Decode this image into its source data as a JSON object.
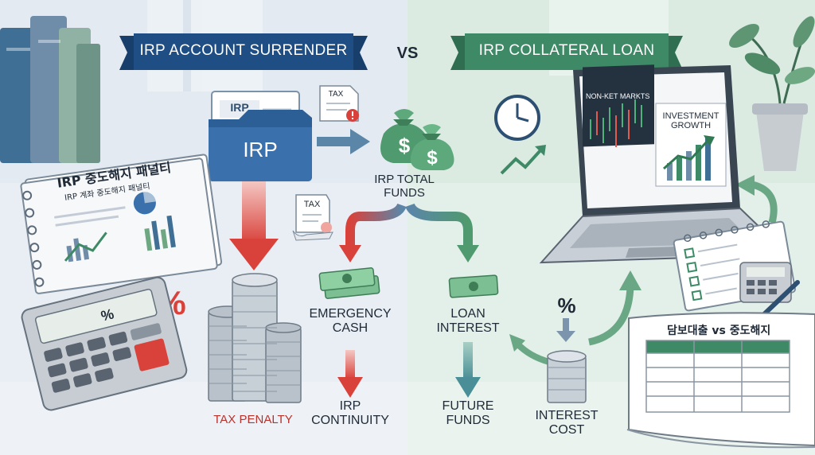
{
  "banners": {
    "left": "IRP ACCOUNT SURRENDER",
    "vs": "VS",
    "right": "IRP COLLATERAL LOAN"
  },
  "documents": {
    "folder_tab": "IRP",
    "folder_front": "IRP",
    "tax_doc_1": "TAX",
    "tax_doc_2": "TAX",
    "notebook_title": "IRP 중도해지 패널티",
    "notebook_subtitle": "IRP 계좌 중도해지 패널티",
    "ledger_title": "담보대출 vs 중도해지",
    "calc_symbol": "%",
    "laptop_market_label": "NON-KET MARKTS",
    "laptop_growth_label": "INVESTMENT GROWTH"
  },
  "flow": {
    "source": "IRP TOTAL FUNDS",
    "penalty": "TAX PENALTY",
    "penalty_symbol": "%",
    "emergency": "EMERGENCY CASH",
    "continuity": "IRP CONTINUITY",
    "loan_interest": "LOAN INTEREST",
    "interest_symbol": "%",
    "future": "FUTURE FUNDS",
    "interest_cost": "INTEREST COST"
  },
  "colors": {
    "left_bg": "#e9eef4",
    "right_bg": "#e3efe9",
    "navy": "#1f4e85",
    "green": "#3f8a66",
    "red": "#d9423b",
    "teal": "#4a8f97"
  }
}
